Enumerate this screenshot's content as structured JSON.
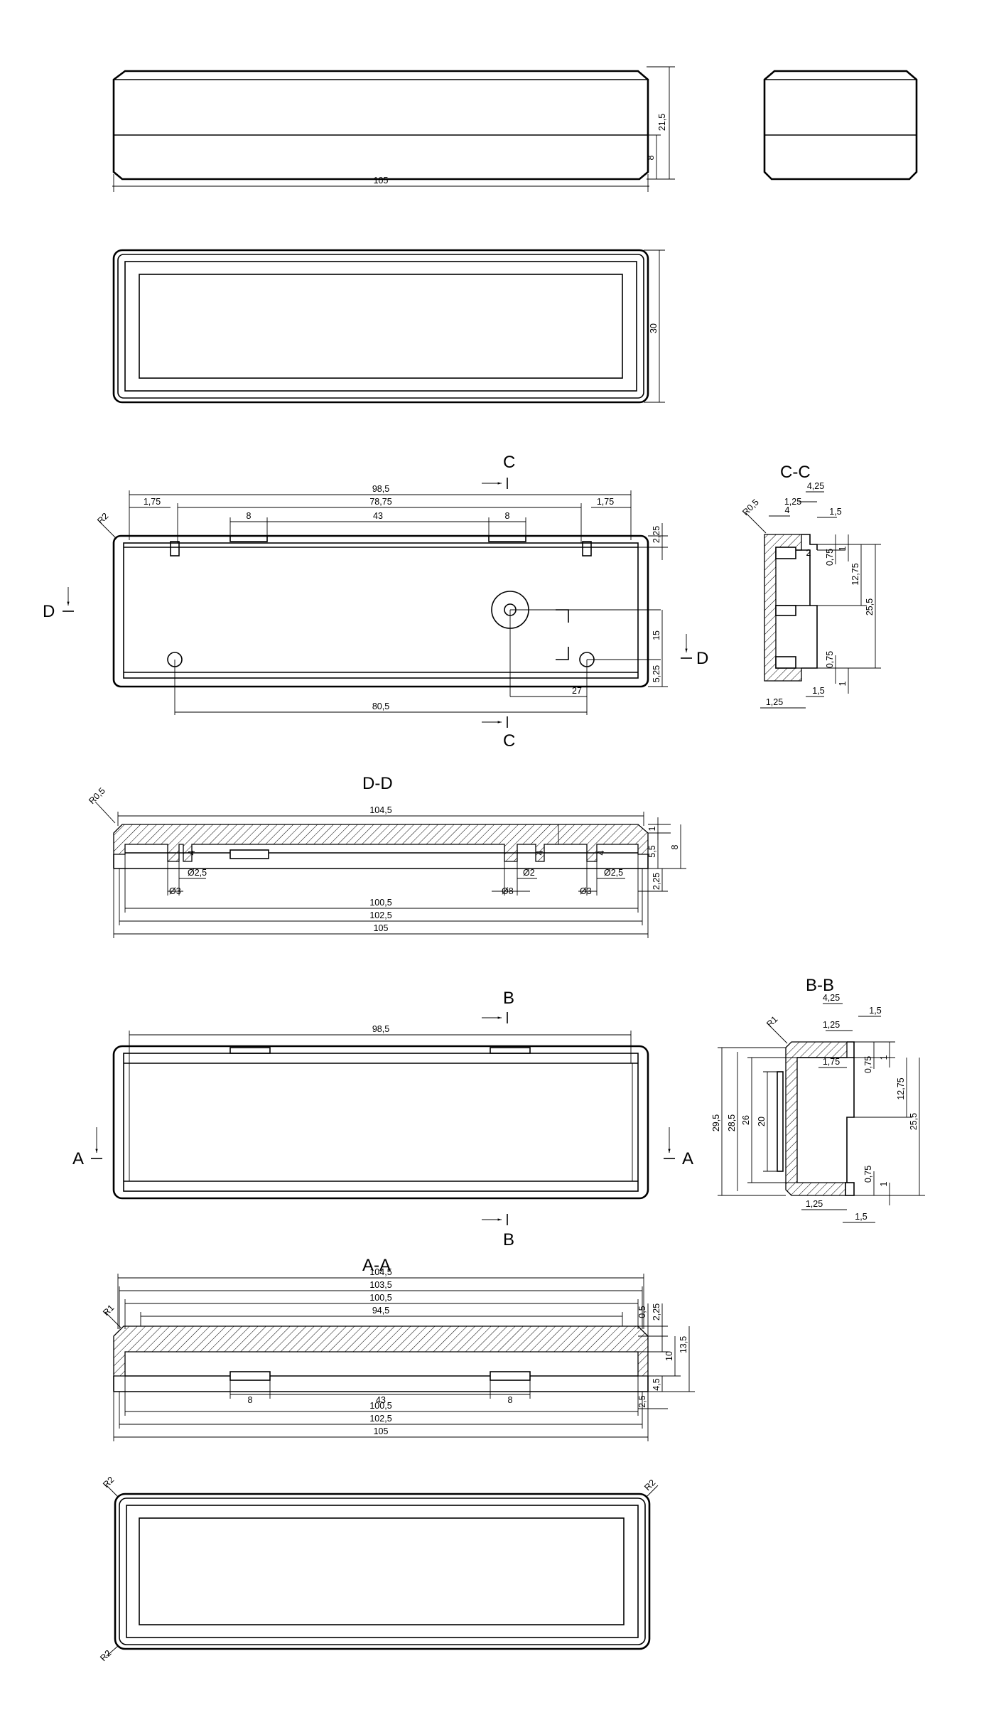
{
  "views": {
    "front": {
      "d105": "105",
      "d21_5": "21,5",
      "d8": "8"
    },
    "top": {
      "d30": "30"
    },
    "plan": {
      "d98_5": "98,5",
      "d78_75": "78,75",
      "d1_75_left": "1,75",
      "d1_75_right": "1,75",
      "d8_left": "8",
      "d43": "43",
      "d8_right": "8",
      "d2_25": "2,25",
      "d15": "15",
      "d5_25": "5,25",
      "d27": "27",
      "d80_5": "80,5",
      "radius": "R2",
      "cut_c": "C",
      "cut_d": "D"
    },
    "section_cc": {
      "title": "C-C",
      "r0_5": "R0,5",
      "d4_25": "4,25",
      "d1_25_top": "1,25",
      "d4": "4",
      "d1_5_top": "1,5",
      "d2": "2",
      "d0_75_top": "0,75",
      "d1_top": "1",
      "d12_75": "12,75",
      "d25_5": "25,5",
      "d0_75_bot": "0,75",
      "d1_bot": "1",
      "d1_5_bot": "1,5",
      "d1_25_bot": "1,25"
    },
    "section_dd": {
      "title": "D-D",
      "r0_5": "R0,5",
      "d104_5": "104,5",
      "d4_a": "4",
      "d4_b": "4",
      "d4_c": "4",
      "d1": "1",
      "d5_5": "5,5",
      "d8": "8",
      "d2_25": "2,25",
      "dia2_5_left": "Ø2,5",
      "dia3_left": "Ø3",
      "dia2": "Ø2",
      "dia8": "Ø8",
      "dia2_5_right": "Ø2,5",
      "dia3_right": "Ø3",
      "d100_5": "100,5",
      "d102_5": "102,5",
      "d105": "105"
    },
    "plan_b": {
      "d98_5": "98,5",
      "cut_b": "B",
      "cut_a": "A"
    },
    "section_bb": {
      "title": "B-B",
      "r1": "R1",
      "d4_25": "4,25",
      "d1_5_top": "1,5",
      "d1_25_top": "1,25",
      "d1_75": "1,75",
      "d0_75_top": "0,75",
      "d1_top": "1",
      "d12_75": "12,75",
      "d25_5": "25,5",
      "d29_5": "29,5",
      "d28_5": "28,5",
      "d26": "26",
      "d20": "20",
      "d0_75_bot": "0,75",
      "d1_bot": "1",
      "d1_25_bot": "1,25",
      "d1_5_bot": "1,5"
    },
    "section_aa": {
      "title": "A-A",
      "r1": "R1",
      "d104_5": "104,5",
      "d103_5": "103,5",
      "d100_5_top": "100,5",
      "d94_5": "94,5",
      "d0_5": "0,5",
      "d2_25": "2,25",
      "d13_5": "13,5",
      "d10": "10",
      "d4_5": "4,5",
      "d2_5": "2,5",
      "d8_left": "8",
      "d43": "43",
      "d8_right": "8",
      "d100_5_bot": "100,5",
      "d102_5": "102,5",
      "d105": "105"
    },
    "bottom": {
      "r2_tl": "R2",
      "r2_tr": "R2",
      "r2_bl": "R2"
    }
  }
}
